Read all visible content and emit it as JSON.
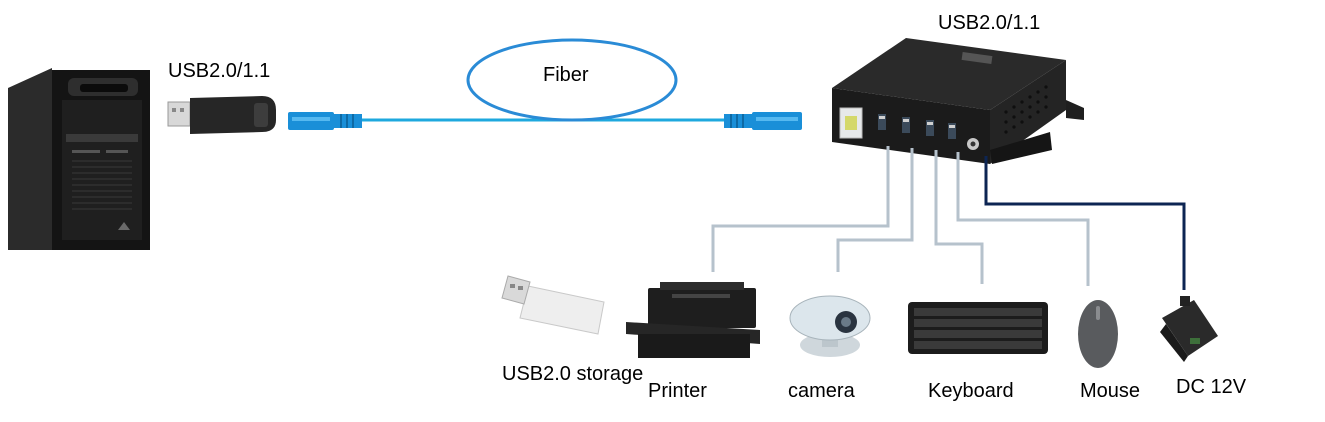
{
  "labels": {
    "usb_left": "USB2.0/1.1",
    "usb_right": "USB2.0/1.1",
    "fiber": "Fiber",
    "storage": "USB2.0 storage",
    "printer": "Printer",
    "camera": "camera",
    "keyboard": "Keyboard",
    "mouse": "Mouse",
    "dc": "DC 12V"
  },
  "colors": {
    "fiber_cable": "#1ea8de",
    "fiber_ellipse": "#2a8bd6",
    "usb_cable": "#b6c2cc",
    "power_cable": "#0d2553",
    "connector": "#1a8fd8",
    "device_body": "#1b1b1b"
  }
}
